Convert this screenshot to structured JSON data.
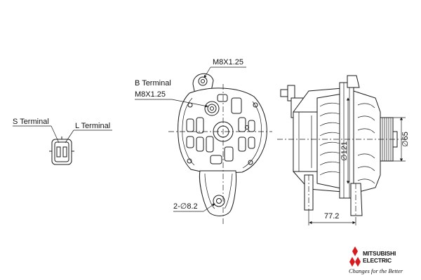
{
  "labels": {
    "s_terminal": "S Terminal",
    "l_terminal": "L Terminal",
    "b_terminal": "B Terminal",
    "b_thread": "M8X1.25",
    "top_thread": "M8X1.25",
    "mount_holes": "2-∅8.2",
    "dim_width": "77.2",
    "dim_body": "∅121",
    "dim_pulley": "∅65"
  },
  "brand": {
    "line1": "MITSUBISHI",
    "line2": "ELECTRIC",
    "tagline": "Changes for the Better"
  }
}
